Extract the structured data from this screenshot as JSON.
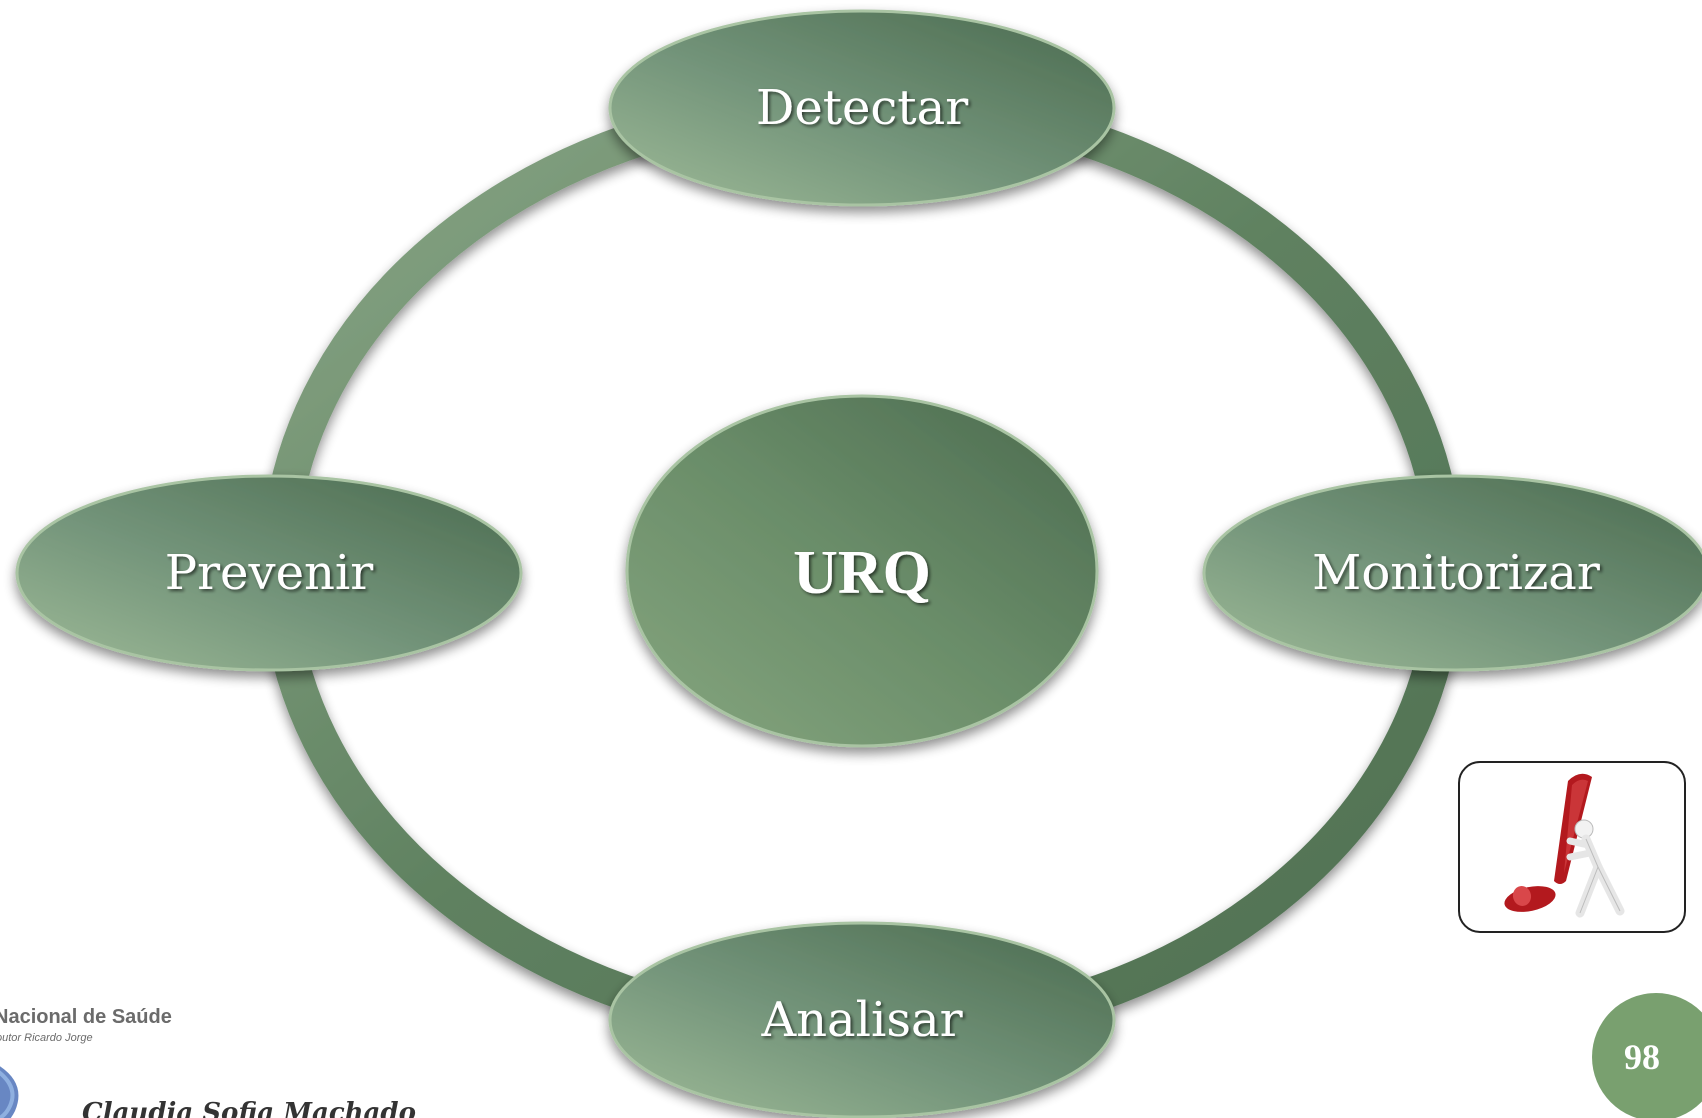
{
  "diagram": {
    "center": {
      "label": "URQ"
    },
    "nodes": [
      {
        "id": "top",
        "label": "Detectar"
      },
      {
        "id": "right",
        "label": "Monitorizar"
      },
      {
        "id": "bottom",
        "label": "Analisar"
      },
      {
        "id": "left",
        "label": "Prevenir"
      }
    ],
    "colors": {
      "node_fill_light": "#93b08d",
      "node_fill_dark": "#4d6b4f",
      "ring": "#6e8f6c",
      "badge": "#79a06f"
    }
  },
  "footer": {
    "page_number": "98",
    "logo_text_line1": "Nacional de Saúde",
    "logo_text_line2": "outor Ricardo Jorge",
    "signature": "Claudia Sofia Machado"
  },
  "illustration": {
    "icon": "figure-pushing-exclamation-mark"
  }
}
